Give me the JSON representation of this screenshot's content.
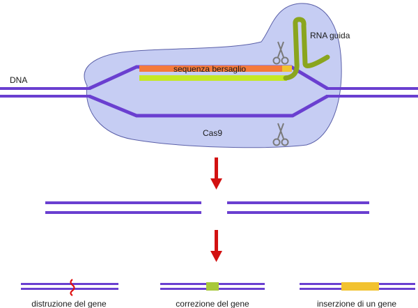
{
  "labels": {
    "dna": "DNA",
    "rna_guida": "RNA guida",
    "sequenza_bersaglio": "sequenza bersaglio",
    "cas9": "Cas9",
    "distruzione": "distruzione del gene",
    "correzione": "correzione del gene",
    "inserzione": "inserzione di un gene"
  },
  "colors": {
    "dna_strand": "#6a3fd0",
    "cas9_blob_fill": "#c6cdf3",
    "cas9_blob_stroke": "#5a5fa8",
    "target_sequence": "#f47a3c",
    "guide_rna_pairing": "#c5e825",
    "pam": "#f2c230",
    "guide_rna_hairpin": "#8aa51e",
    "arrow": "#d21111",
    "edit_disruption": "#e01010",
    "edit_correction": "#a8c83a",
    "edit_insertion": "#f2c230",
    "scissors": "#7a7a7a"
  },
  "icons": [
    "scissors-icon",
    "arrow-down-icon"
  ]
}
